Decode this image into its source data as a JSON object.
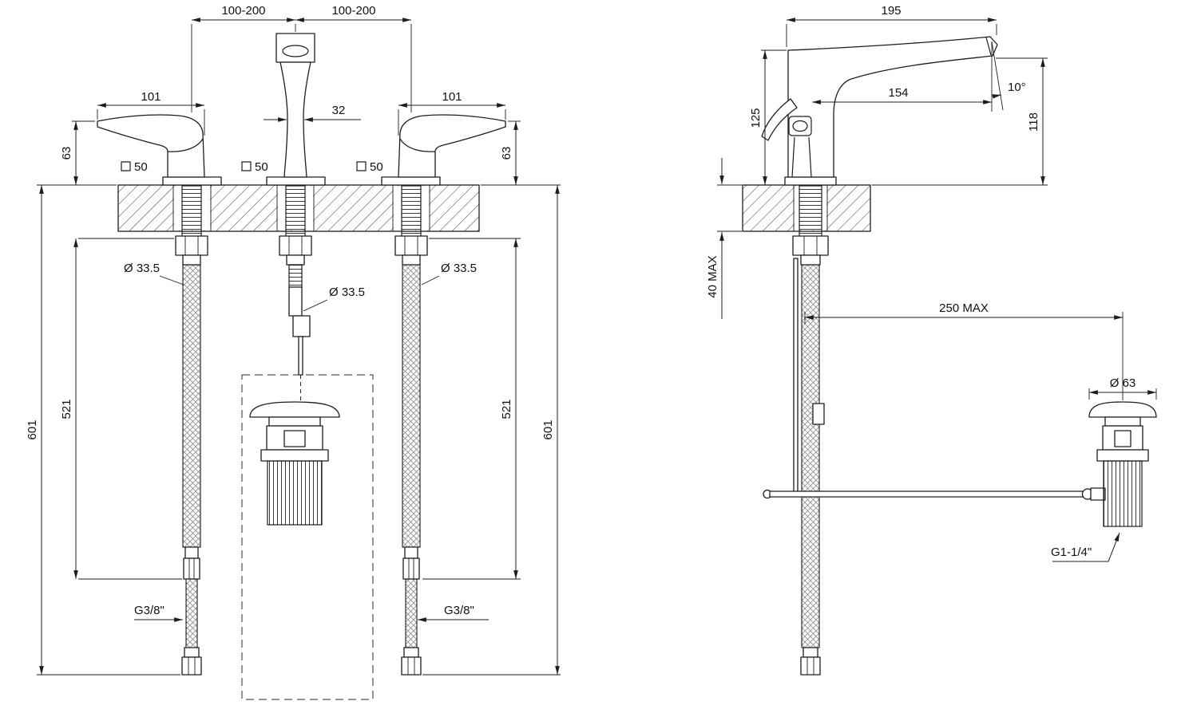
{
  "front": {
    "spacing_left": "100-200",
    "spacing_right": "100-200",
    "handle_len_left": "101",
    "handle_len_right": "101",
    "handle_h_left": "63",
    "handle_h_right": "63",
    "spout_w": "32",
    "base_sq_left": "50",
    "base_sq_center": "50",
    "base_sq_right": "50",
    "hole_left": "Ø 33.5",
    "hole_center": "Ø 33.5",
    "hole_right": "Ø 33.5",
    "hose_left": "521",
    "hose_right": "521",
    "total_left": "601",
    "total_right": "601",
    "thread_left": "G3/8\"",
    "thread_right": "G3/8\""
  },
  "side": {
    "reach": "195",
    "height": "125",
    "projection": "154",
    "angle": "10°",
    "outlet_h": "118",
    "deck": "40 MAX",
    "rod": "250 MAX",
    "drain_d": "Ø 63",
    "drain_thread": "G1-1/4\""
  }
}
